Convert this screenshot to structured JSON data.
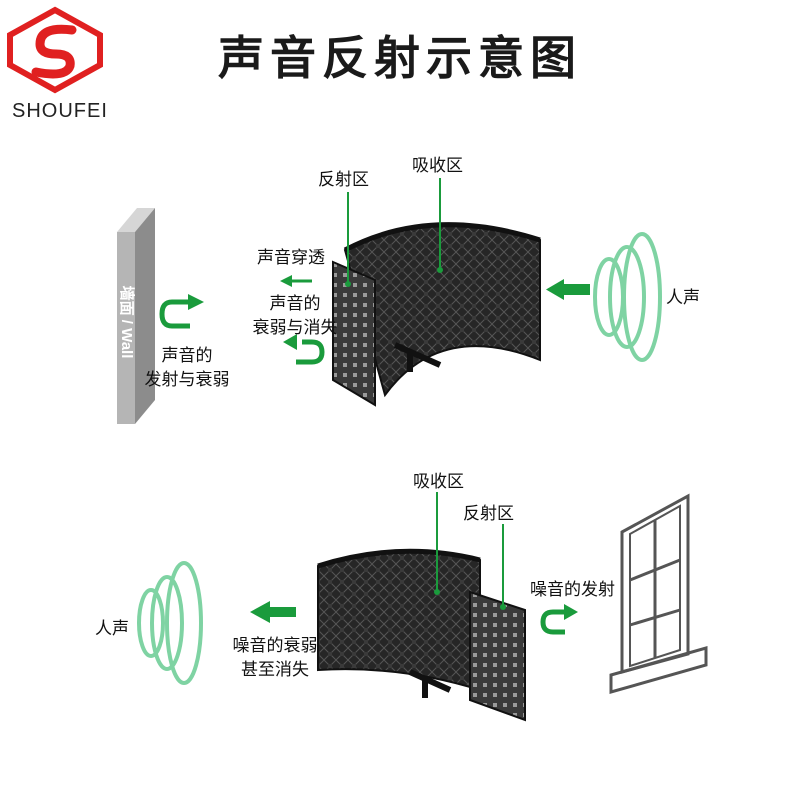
{
  "brand": {
    "name": "SHOUFEI",
    "logo": "shoufei-logo-icon"
  },
  "title": "声音反射示意图",
  "colors": {
    "green": "#1a9b3c",
    "ring": "#7fd3a3",
    "wall": "#b5b5b5",
    "panel": "#2b2b2b",
    "logo_red": "#e02020"
  },
  "top_diagram": {
    "reflect_zone": "反射区",
    "absorb_zone": "吸收区",
    "penetration": "声音穿透",
    "attenuation_1": "声音的",
    "attenuation_2": "衰弱与消失",
    "wall": "墙面 / Wall",
    "wall_reflect_1": "声音的",
    "wall_reflect_2": "发射与衰弱",
    "voice": "人声"
  },
  "bottom_diagram": {
    "absorb_zone": "吸收区",
    "reflect_zone": "反射区",
    "noise_reflect": "噪音的发射",
    "voice": "人声",
    "noise_weaken_1": "噪音的衰弱",
    "noise_weaken_2": "甚至消失"
  }
}
